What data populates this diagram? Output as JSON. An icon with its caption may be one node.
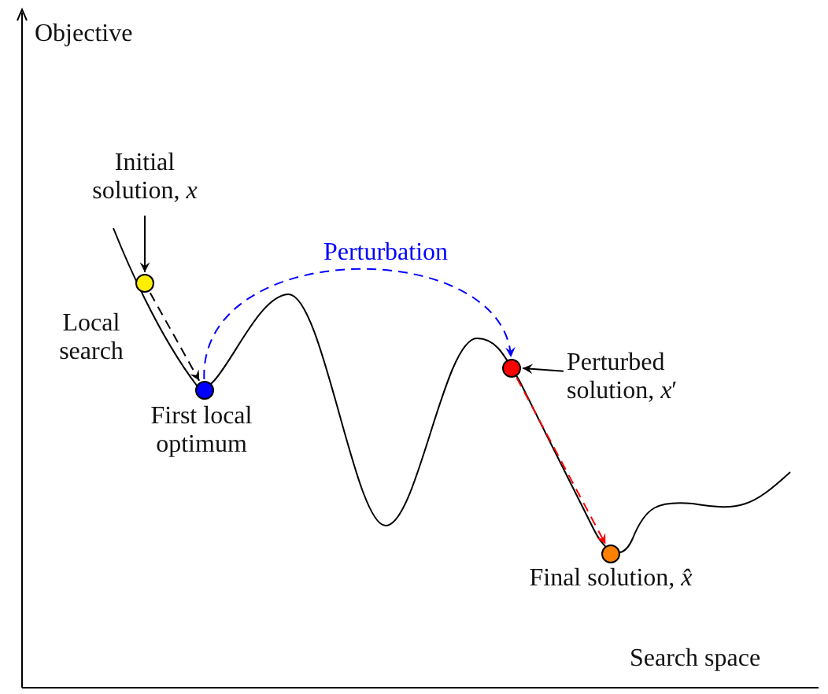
{
  "diagram": {
    "nodes": [
      {
        "text": [
          "Initial solution, *x*"
        ]
      },
      {
        "text": [],
        "shape": "circle"
      },
      {
        "text": [],
        "shape": "circle",
        "beside": [
          "First local optimum"
        ]
      },
      {
        "text": [],
        "shape": "circle"
      },
      {
        "text": [],
        "shape": "circle",
        "beside": [
          "Final solution, *x̂*"
        ]
      },
      {
        "text": [
          "Perturbed solution, *x*′"
        ]
      }
    ],
    "edges": [
      {
        "from": 0,
        "to": 1,
        "arrow": "to"
      },
      {
        "from": 1,
        "to": 2,
        "arrow": "to",
        "style": "dashed",
        "label": "Local search"
      },
      {
        "from": 2,
        "to": 3,
        "arrow": "to",
        "style": "dashed",
        "color": "#0000ff",
        "label": "Perturbation"
      },
      {
        "from": 3,
        "to": 4,
        "arrow": "to",
        "style": "dashed",
        "color": "#ff0000"
      },
      {
        "from": 5,
        "to": 3,
        "arrow": "to"
      }
    ],
    "labels": [
      "Objective",
      "Search space"
    ]
  }
}
